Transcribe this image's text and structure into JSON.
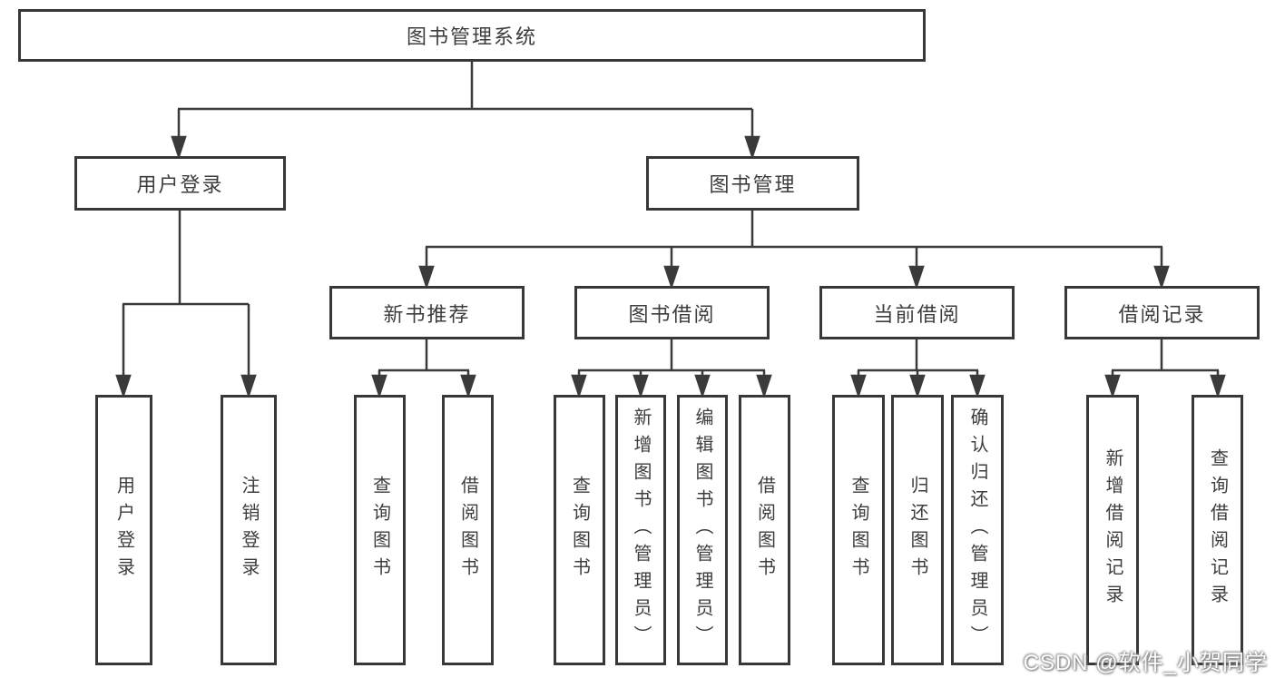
{
  "title": {
    "label": "图书管理系统"
  },
  "level2": {
    "user_login": "用户登录",
    "book_management": "图书管理"
  },
  "level3": {
    "new_book_recommend": "新书推荐",
    "book_borrowing": "图书借阅",
    "current_borrowing": "当前借阅",
    "borrowing_records": "借阅记录"
  },
  "leaves": {
    "user_login": [
      "用户登录",
      "注销登录"
    ],
    "new_book_recommend": [
      "查询图书",
      "借阅图书"
    ],
    "book_borrowing": [
      "查询图书",
      "新增图书（管理员）",
      "编辑图书（管理员）",
      "借阅图书"
    ],
    "current_borrowing": [
      "查询图书",
      "归还图书",
      "确认归还（管理员）"
    ],
    "borrowing_records": [
      "新增借阅记录",
      "查询借阅记录"
    ]
  },
  "watermark": {
    "label": "CSDN @软件_小贺同学"
  },
  "colors": {
    "line": "#3a3a3a",
    "box_border": "#383838",
    "text": "#3d3d3d",
    "background": "#ffffff",
    "watermark_text": "#fdfdfd"
  }
}
